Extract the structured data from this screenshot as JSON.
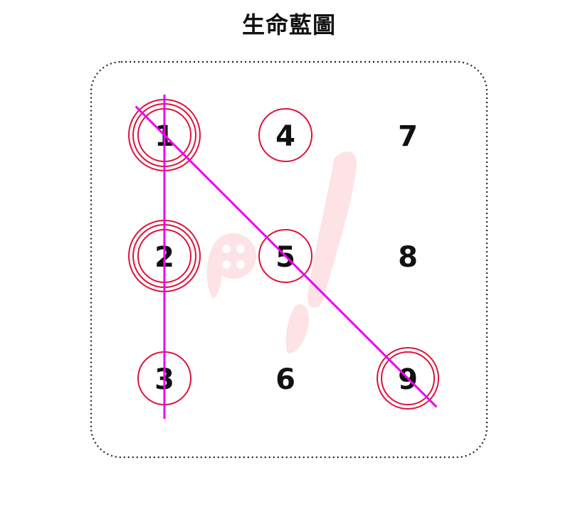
{
  "title": "生命藍圖",
  "colors": {
    "circle_stroke": "#dc143c",
    "line_stroke": "#ee00ee",
    "number_text": "#111111",
    "frame_border": "#222222",
    "watermark": "#fde2e6"
  },
  "grid": {
    "cells": [
      {
        "number": "1",
        "rings": 3
      },
      {
        "number": "2",
        "rings": 3
      },
      {
        "number": "3",
        "rings": 1
      },
      {
        "number": "4",
        "rings": 1
      },
      {
        "number": "5",
        "rings": 1
      },
      {
        "number": "6",
        "rings": 0
      },
      {
        "number": "7",
        "rings": 0
      },
      {
        "number": "8",
        "rings": 0
      },
      {
        "number": "9",
        "rings": 2
      }
    ],
    "lines": [
      {
        "from": "1",
        "to": "3"
      },
      {
        "from": "1",
        "to": "9"
      }
    ]
  }
}
